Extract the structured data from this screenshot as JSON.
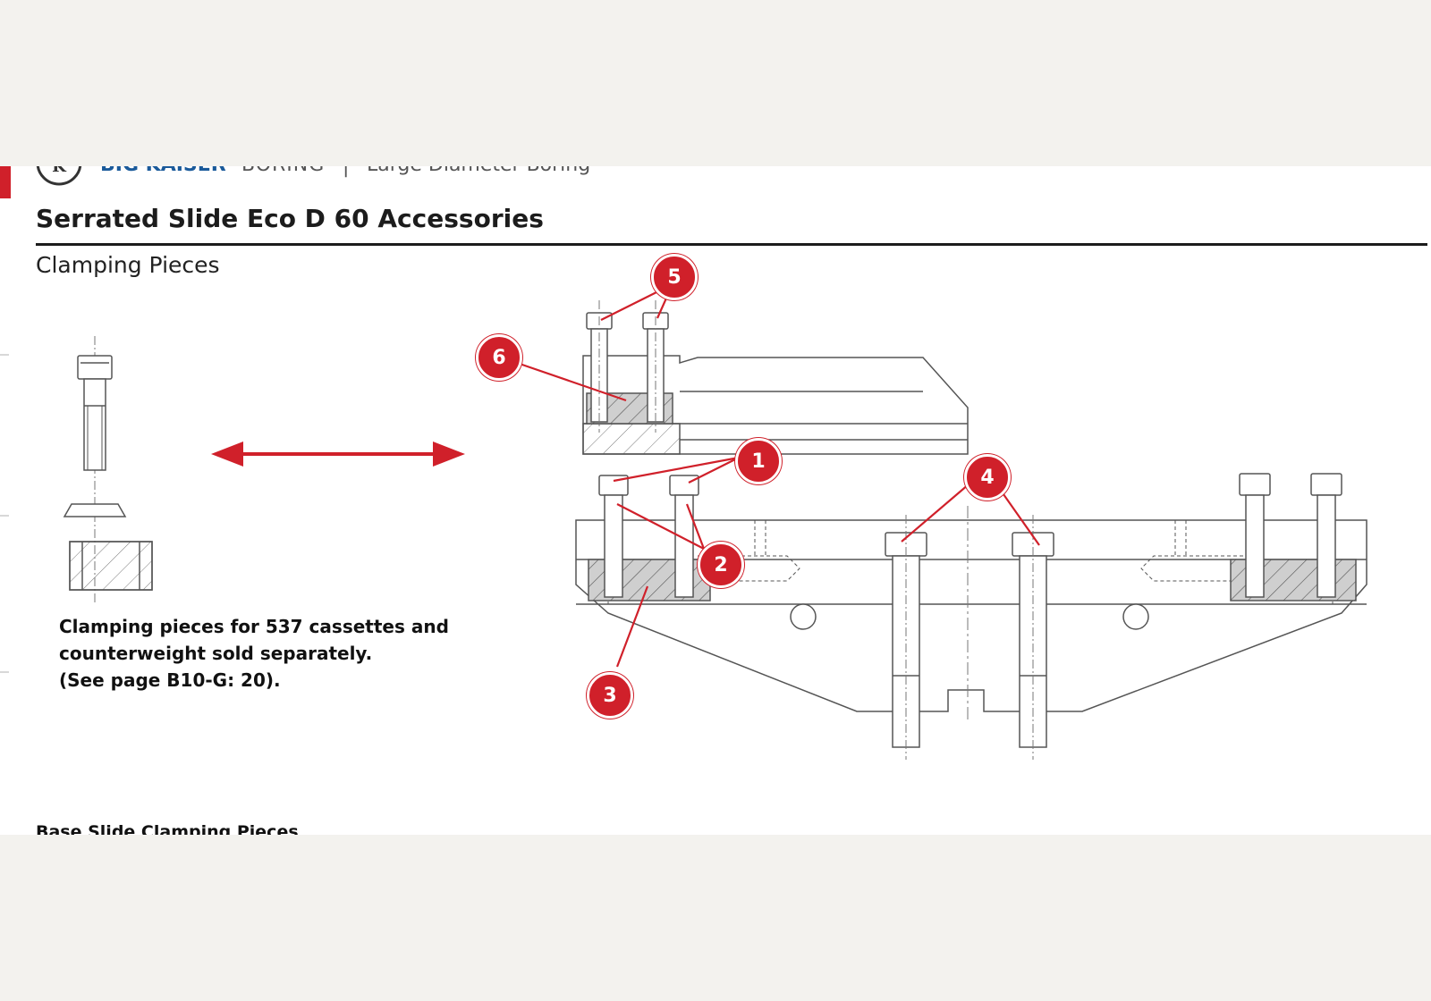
{
  "header": {
    "brand": "BIG KAISER",
    "section": "BORING",
    "separator": "|",
    "chapter": "Large Diameter Boring"
  },
  "title": "Serrated Slide Eco D 60 Accessories",
  "subtitle": "Clamping Pieces",
  "note": {
    "line1": "Clamping pieces for 537 cassettes and",
    "line2": "counterweight sold separately.",
    "line3": "(See page B10-G:  20)."
  },
  "callouts": [
    {
      "label": "1"
    },
    {
      "label": "2"
    },
    {
      "label": "3"
    },
    {
      "label": "4"
    },
    {
      "label": "5"
    },
    {
      "label": "6"
    }
  ],
  "next_section": "Base Slide Clamping Pieces",
  "colors": {
    "accent": "#d0202a",
    "line": "#555555",
    "hatch_fill": "#cfcfcf",
    "brand": "#1a5a9a"
  },
  "icons": [
    "bigkaiser-logo",
    "double-arrow-icon"
  ]
}
